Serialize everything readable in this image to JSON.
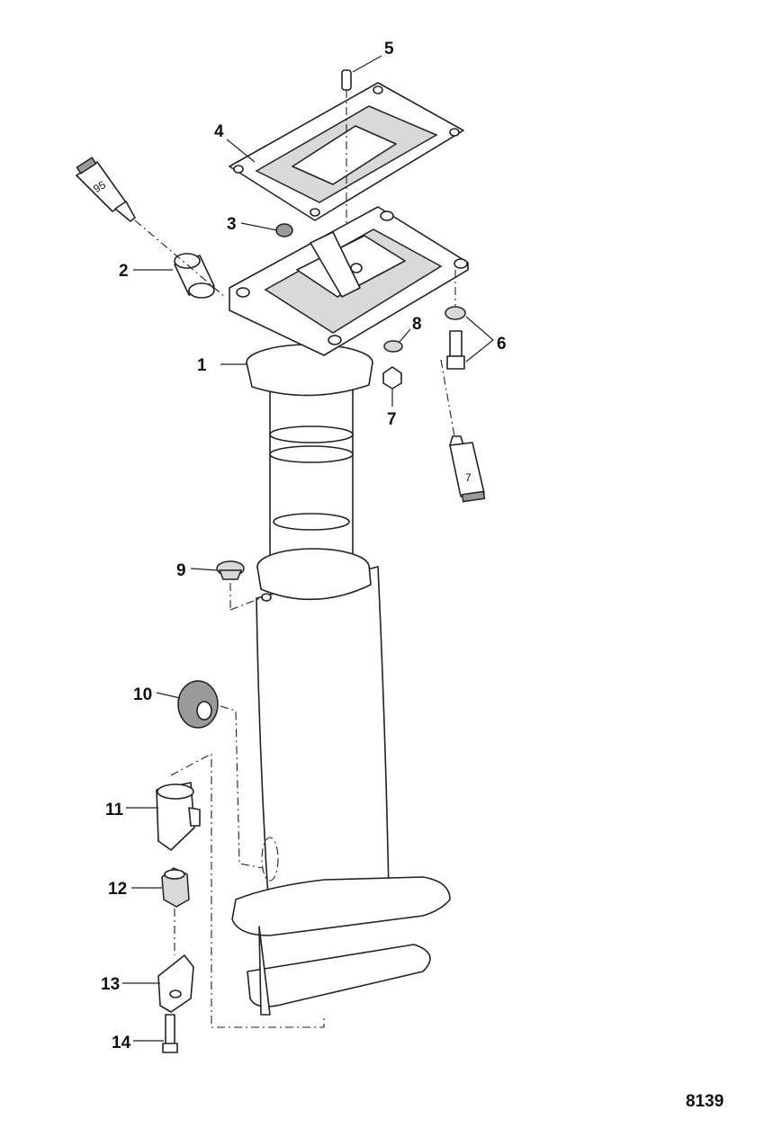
{
  "callouts": [
    {
      "id": "1",
      "label": "1"
    },
    {
      "id": "2",
      "label": "2"
    },
    {
      "id": "3",
      "label": "3"
    },
    {
      "id": "4",
      "label": "4"
    },
    {
      "id": "5",
      "label": "5"
    },
    {
      "id": "6",
      "label": "6"
    },
    {
      "id": "7",
      "label": "7"
    },
    {
      "id": "8",
      "label": "8"
    },
    {
      "id": "9",
      "label": "9"
    },
    {
      "id": "10",
      "label": "10"
    },
    {
      "id": "11",
      "label": "11"
    },
    {
      "id": "12",
      "label": "12"
    },
    {
      "id": "13",
      "label": "13"
    },
    {
      "id": "14",
      "label": "14"
    }
  ],
  "tubes": {
    "tube_95": "95",
    "tube_7": "7"
  },
  "reference_number": "8139"
}
